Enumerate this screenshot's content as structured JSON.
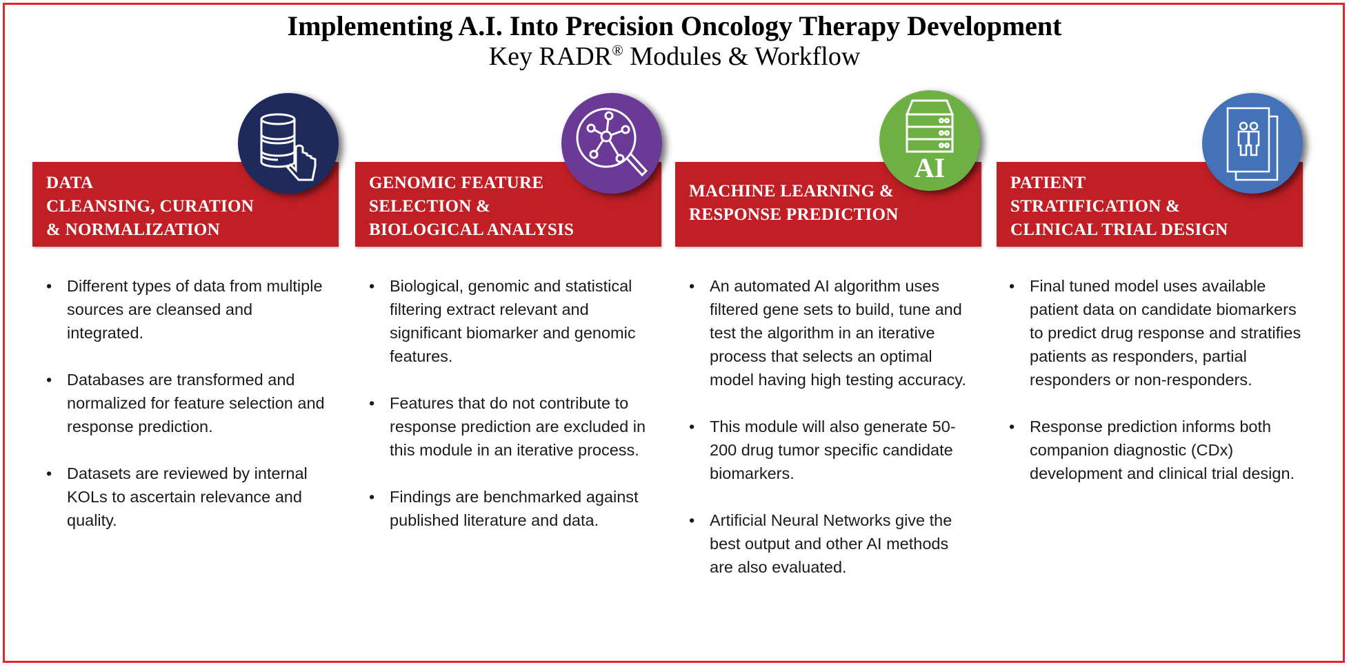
{
  "header": {
    "title": "Implementing A.I. Into Precision Oncology Therapy Development",
    "subtitle": "Key RADR",
    "subtitle_mark": "®",
    "subtitle_rest": " Modules & Workflow"
  },
  "colors": {
    "red": "#c01f25",
    "navy": "#1f2a5c",
    "purple": "#6b3a96",
    "green": "#6db043",
    "blue": "#4472b8"
  },
  "modules": [
    {
      "icon": "database-hand-icon",
      "circle_text": "",
      "lines": [
        "DATA",
        "CLEANSING, CURATION",
        "& NORMALIZATION"
      ],
      "bullets": [
        "Different types of data from multiple sources are cleansed and integrated.",
        "Databases are transformed and\nnormalized for feature selection and response prediction.",
        "Datasets are reviewed by internal KOLs to ascertain relevance and quality."
      ]
    },
    {
      "icon": "magnifier-network-icon",
      "circle_text": "",
      "lines": [
        "GENOMIC FEATURE",
        "SELECTION &",
        "BIOLOGICAL ANALYSIS"
      ],
      "bullets": [
        "Biological, genomic and statistical filtering extract relevant and significant biomarker and genomic features.",
        "Features that do not contribute to response prediction are excluded in this module in an iterative process.",
        "Findings are benchmarked against published literature and data."
      ]
    },
    {
      "icon": "server-ai-icon",
      "circle_text": "AI",
      "lines": [
        "MACHINE LEARNING &",
        "RESPONSE PREDICTION"
      ],
      "bullets": [
        "An automated AI algorithm uses filtered gene sets to build, tune and test the algorithm in an iterative process that selects an optimal model having high testing accuracy.",
        "This module will also generate 50-200 drug tumor specific candidate biomarkers.",
        "Artificial Neural Networks give the best output and other AI methods are also evaluated."
      ]
    },
    {
      "icon": "patient-document-icon",
      "circle_text": "",
      "lines": [
        "PATIENT",
        "STRATIFICATION &",
        "CLINICAL TRIAL DESIGN"
      ],
      "bullets": [
        "Final tuned model uses available patient data on candidate biomarkers to predict drug response and stratifies patients as responders, partial responders or non-responders.",
        "Response prediction informs both companion diagnostic (CDx) development and clinical trial design."
      ]
    }
  ]
}
